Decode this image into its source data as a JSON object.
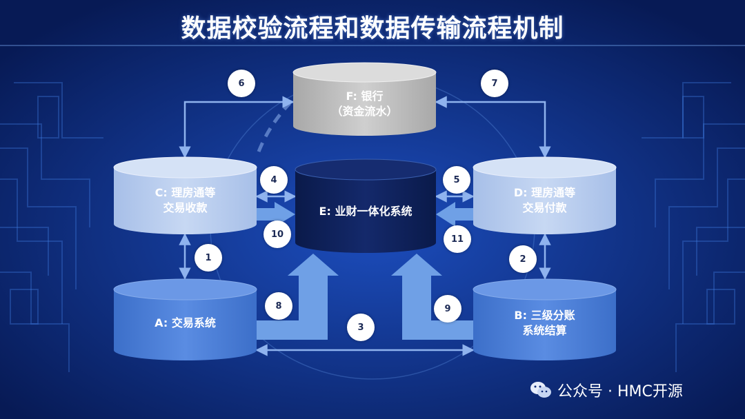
{
  "title": "数据校验流程和数据传输流程机制",
  "nodes": {
    "F": "F: 银行\n（资金流水）",
    "C": "C: 理房通等\n交易收款",
    "D": "D: 理房通等\n交易付款",
    "E": "E: 业财一体化系统",
    "A": "A: 交易系统",
    "B": "B: 三级分账\n系统结算"
  },
  "steps": [
    "1",
    "2",
    "3",
    "4",
    "5",
    "6",
    "7",
    "8",
    "9",
    "10",
    "11"
  ],
  "watermark": "公众号 · HMC开源",
  "colors": {
    "background": "#0c2a78",
    "light_cylinder": "#b8cdee",
    "dark_cylinder": "#0d1f56",
    "grey_cylinder": "#c4c4c4",
    "mid_cylinder": "#4b7fd9",
    "arrow": "#6fa0e6"
  }
}
